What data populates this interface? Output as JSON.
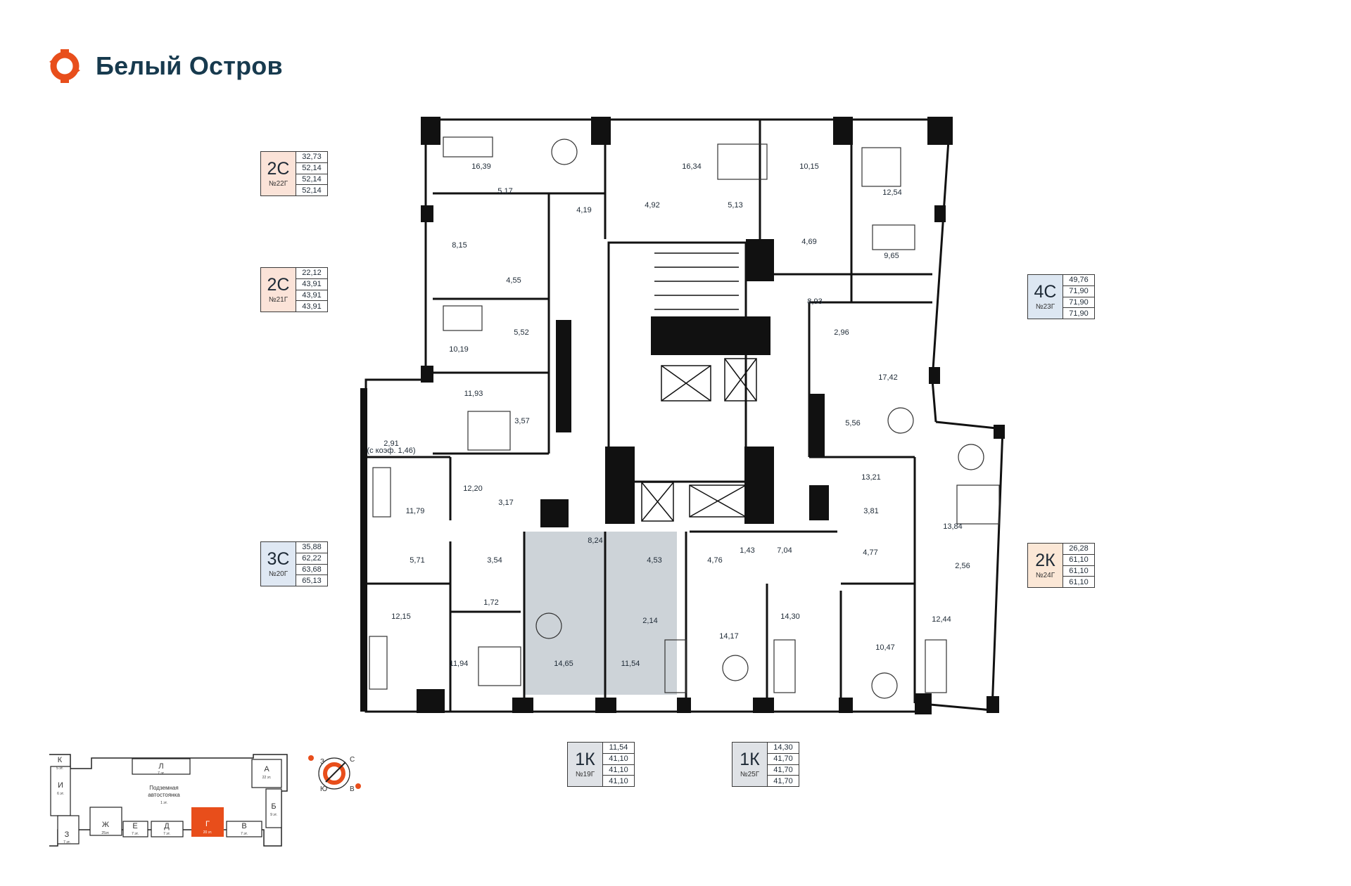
{
  "brand": {
    "name": "Белый Остров",
    "logo": "orange-ring-logo",
    "accent": "#e84e1b"
  },
  "apartments": [
    {
      "type": "2С",
      "number": "№22Г",
      "areas": [
        "32,73",
        "52,14",
        "52,14",
        "52,14"
      ]
    },
    {
      "type": "2С",
      "number": "№21Г",
      "areas": [
        "22,12",
        "43,91",
        "43,91",
        "43,91"
      ]
    },
    {
      "type": "4С",
      "number": "№23Г",
      "areas": [
        "49,76",
        "71,90",
        "71,90",
        "71,90"
      ]
    },
    {
      "type": "3С",
      "number": "№20Г",
      "areas": [
        "35,88",
        "62,22",
        "63,68",
        "65,13"
      ]
    },
    {
      "type": "2К",
      "number": "№24Г",
      "areas": [
        "26,28",
        "61,10",
        "61,10",
        "61,10"
      ]
    },
    {
      "type": "1К",
      "number": "№19Г",
      "areas": [
        "11,54",
        "41,10",
        "41,10",
        "41,10"
      ]
    },
    {
      "type": "1К",
      "number": "№25Г",
      "areas": [
        "14,30",
        "41,70",
        "41,70",
        "41,70"
      ]
    }
  ],
  "rooms": [
    "16,39",
    "16,34",
    "10,15",
    "12,54",
    "5,17",
    "4,19",
    "4,92",
    "5,13",
    "4,69",
    "8,15",
    "4,55",
    "9,65",
    "8,93",
    "5,52",
    "10,19",
    "2,96",
    "17,42",
    "11,93",
    "3,57",
    "5,56",
    "2,91",
    "(с коэф. 1,46)",
    "12,20",
    "13,21",
    "3,17",
    "11,79",
    "3,81",
    "13,84",
    "5,71",
    "3,54",
    "8,24",
    "4,53",
    "4,76",
    "1,43",
    "7,04",
    "4,77",
    "2,56",
    "1,72",
    "12,15",
    "2,14",
    "14,30",
    "12,44",
    "14,17",
    "10,47",
    "11,94",
    "14,65",
    "11,54"
  ],
  "highlight_color": "#cdd3d8",
  "site_plan": {
    "sections": [
      "К",
      "Л",
      "А",
      "И",
      "Б",
      "З",
      "Ж",
      "Е",
      "Д",
      "Г",
      "В"
    ],
    "floors": [
      "5 эт.",
      "7 эт.",
      "22 эт.",
      "6 эт.",
      "9 эт.",
      "7 эт.",
      "25эт.",
      "7 эт.",
      "7 эт.",
      "20 эт.",
      "7 эт."
    ],
    "parking_title": "Подземная",
    "parking_title2": "автостоянка",
    "parking_floor": "1 эт.",
    "active_section": "Г",
    "active_color": "#e84e1b"
  },
  "compass": {
    "labels": [
      "С",
      "В",
      "Ю",
      "З"
    ]
  }
}
